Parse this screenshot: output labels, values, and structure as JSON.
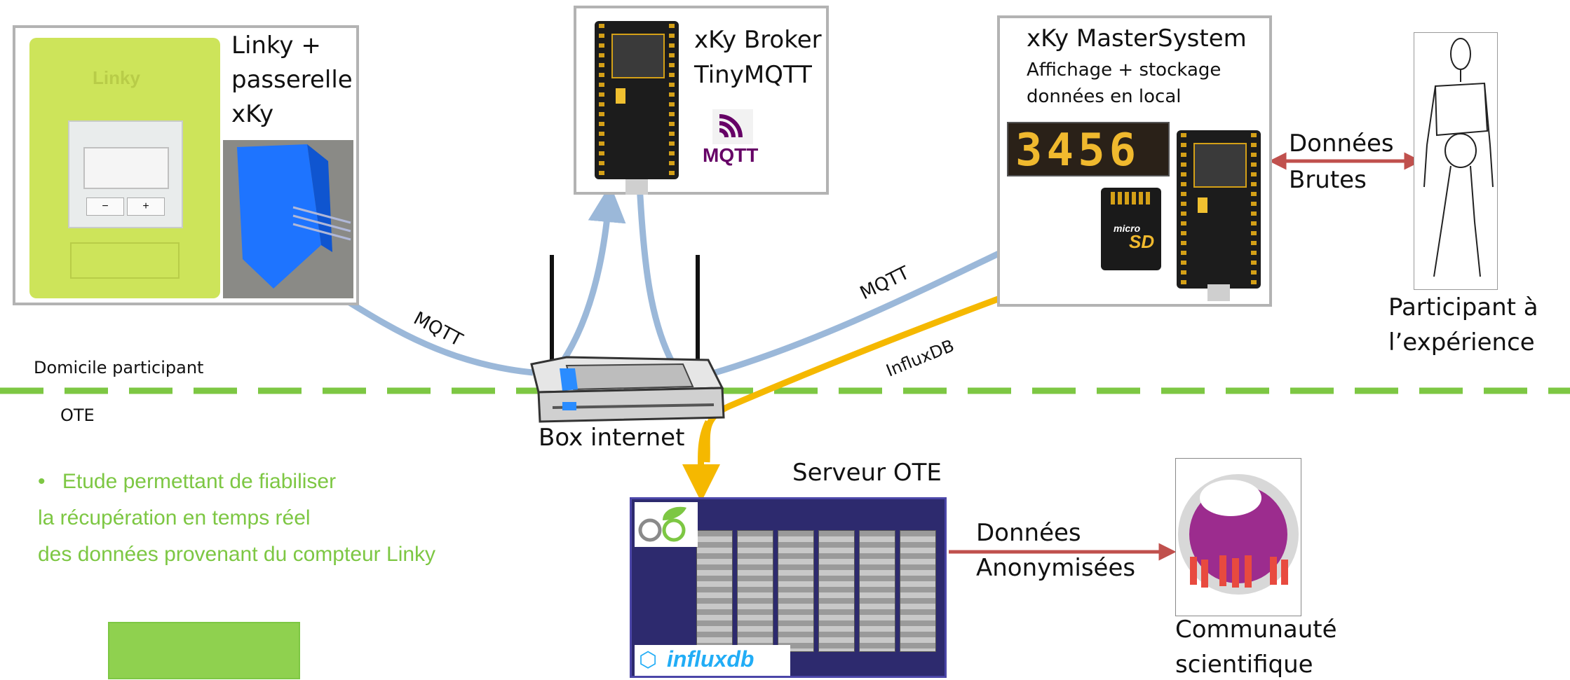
{
  "linky": {
    "title_line1": "Linky +",
    "title_line2": "passerelle",
    "title_line3": "xKy",
    "brand": "Linky"
  },
  "broker": {
    "title_line1": "xKy Broker",
    "title_line2": "TinyMQTT",
    "logo_text": "MQTT"
  },
  "master": {
    "title": "xKy MasterSystem",
    "subtitle_line1": "Affichage + stockage",
    "subtitle_line2": "données en local",
    "display_digits": "3456",
    "sd_line1": "micro",
    "sd_line2": "SD"
  },
  "participant": {
    "label_line1": "Participant à",
    "label_line2": "l’expérience"
  },
  "raw_data": {
    "line1": "Données",
    "line2": "Brutes"
  },
  "links": {
    "mqtt_left": "MQTT",
    "mqtt_right": "MQTT",
    "influx": "InfluxDB"
  },
  "zones": {
    "home": "Domicile participant",
    "ote": "OTE"
  },
  "router": {
    "label": "Box internet"
  },
  "server": {
    "label": "Serveur OTE",
    "influx_logo": "influxdb"
  },
  "anon_data": {
    "line1": "Données",
    "line2": "Anonymisées"
  },
  "community": {
    "label_line1": "Communauté",
    "label_line2": "scientifique"
  },
  "study": {
    "line1": "Etude permettant de fiabiliser",
    "line2": "la récupération en temps réel",
    "line3": "des données provenant du compteur Linky",
    "bullet": "•"
  },
  "colors": {
    "mqtt_arrow": "#9bb8d9",
    "influx_arrow": "#f5b800",
    "data_arrow": "#c0504d",
    "zone_line": "#7dc743",
    "box_border": "#b3b3b3",
    "green_text": "#7dc743"
  }
}
